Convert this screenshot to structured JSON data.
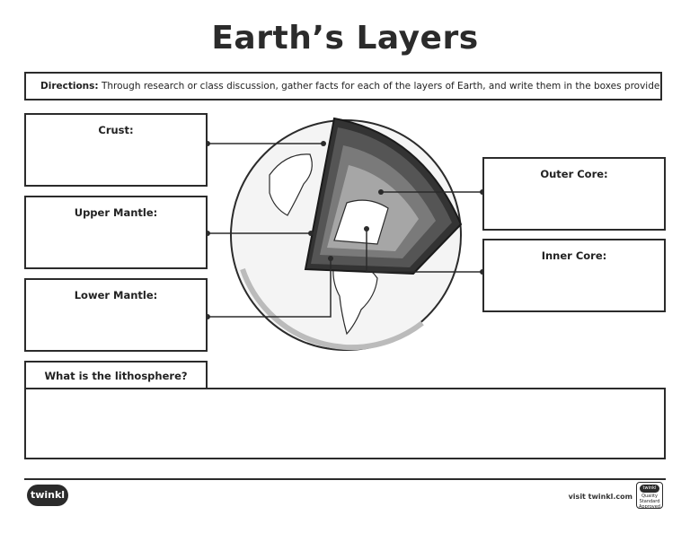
{
  "page": {
    "title": "Earth’s Layers",
    "directions_label": "Directions:",
    "directions_text": " Through research or class discussion, gather facts for each of the layers of Earth, and write them in the boxes provided."
  },
  "boxes": {
    "crust": "Crust:",
    "upper_mantle": "Upper Mantle:",
    "lower_mantle": "Lower Mantle:",
    "outer_core": "Outer Core:",
    "inner_core": "Inner Core:"
  },
  "question": {
    "lithosphere": "What is the lithosphere?"
  },
  "footer": {
    "logo": "twinkl",
    "visit": "visit twinkl.com",
    "badge_logo": "twinkl",
    "badge_text": "Quality Standard Approved"
  },
  "diagram": {
    "icon": "earth-cutaway-diagram",
    "colors": {
      "crust": "#333333",
      "upper_mantle": "#555555",
      "lower_mantle": "#7a7a7a",
      "outer_core": "#a6a6a6",
      "inner_core": "#ffffff"
    }
  }
}
